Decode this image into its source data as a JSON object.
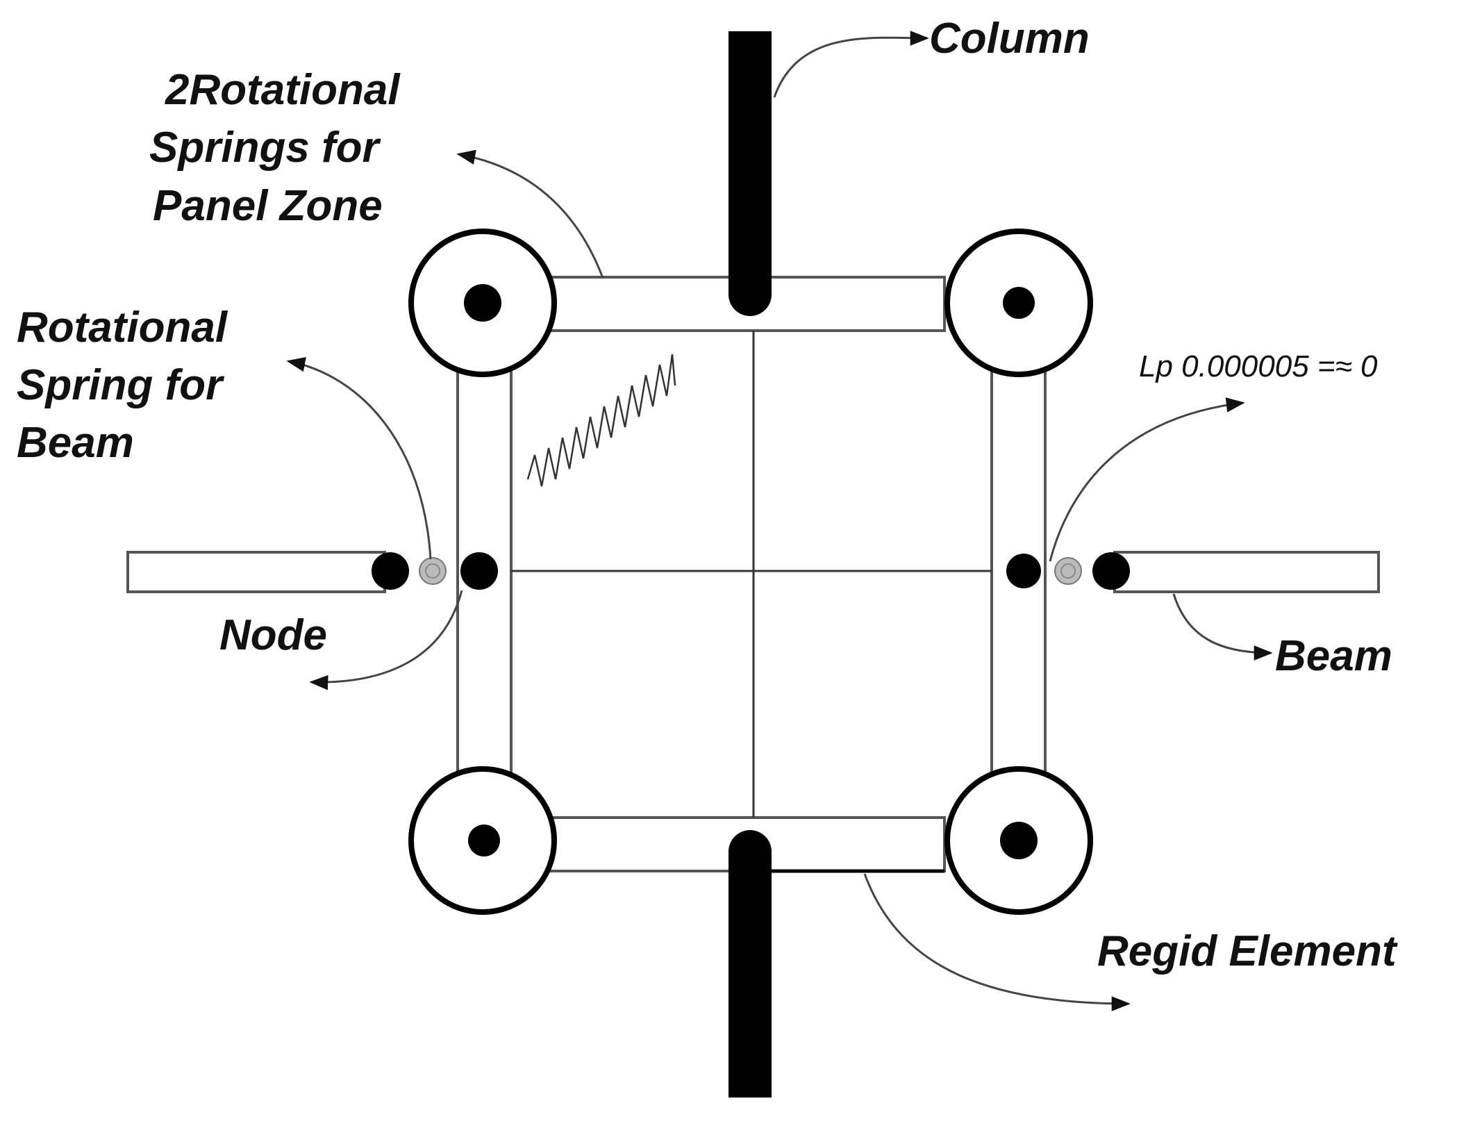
{
  "labels": {
    "column": "Column",
    "panel_zone_line1": "2Rotational",
    "panel_zone_line2": "Springs for",
    "panel_zone_line3": "Panel Zone",
    "beam_spring_line1": "Rotational",
    "beam_spring_line2": "Spring for",
    "beam_spring_line3": "Beam",
    "lp": "Lp  0.000005 =≈ 0",
    "node": "Node",
    "beam": "Beam",
    "rigid_element": "Regid Element"
  },
  "colors": {
    "members": "#000000",
    "rigid_outline": "#555555",
    "hinge": "#bbbbbb",
    "background": "#ffffff"
  }
}
